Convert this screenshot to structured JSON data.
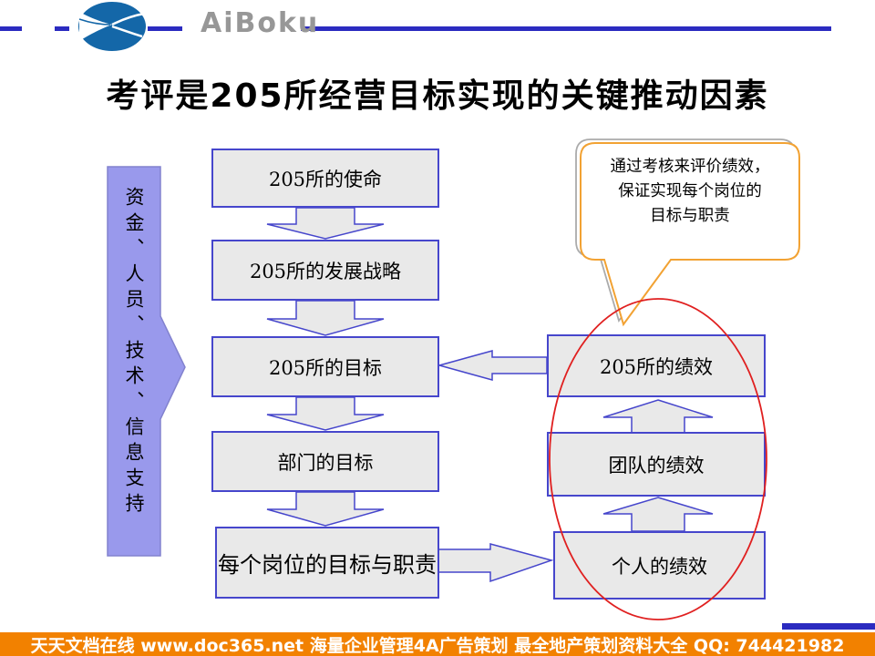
{
  "header": {
    "logo_name": "blue-swirl-logo",
    "watermark": "AiBoku",
    "line_color": "#2B2BC0"
  },
  "title": "考评是205所经营目标实现的关键推动因素",
  "left_banner": {
    "label": "资金、人员、技术、信息支持",
    "fill": "#9999EC",
    "border": "#8282CE"
  },
  "mission_flow": {
    "boxes": [
      {
        "label": "205所的使命"
      },
      {
        "label": "205所的发展战略"
      },
      {
        "label": "205所的目标"
      },
      {
        "label": "部门的目标"
      },
      {
        "label": "每个岗位的目标与职责"
      }
    ]
  },
  "performance_flow": {
    "boxes": [
      {
        "label": "205所的绩效"
      },
      {
        "label": "团队的绩效"
      },
      {
        "label": "个人的绩效"
      }
    ]
  },
  "callout": {
    "lines": [
      "通过考核来评价绩效，",
      "保证实现每个岗位的",
      "目标与职责"
    ],
    "border_color": "#F2A233",
    "shadow_color": "#ABABAB"
  },
  "highlight_ellipse": {
    "color": "#E02020"
  },
  "shapes": {
    "box_fill": "#E9E9E9",
    "box_border": "#4646CC"
  },
  "footer": {
    "text": "天天文档在线  www.doc365.net 海量企业管理4A广告策划 最全地产策划资料大全  QQ: 744421982",
    "bg": "#F28100",
    "accent_bar": "#2B2BC0"
  }
}
